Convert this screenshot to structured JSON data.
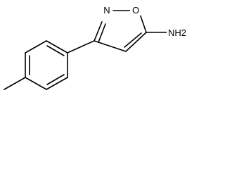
{
  "atoms": {
    "n1": "N",
    "o1": "O",
    "nh2": "NH2"
  },
  "colors": {
    "bond": "#000000",
    "background": "#ffffff"
  }
}
